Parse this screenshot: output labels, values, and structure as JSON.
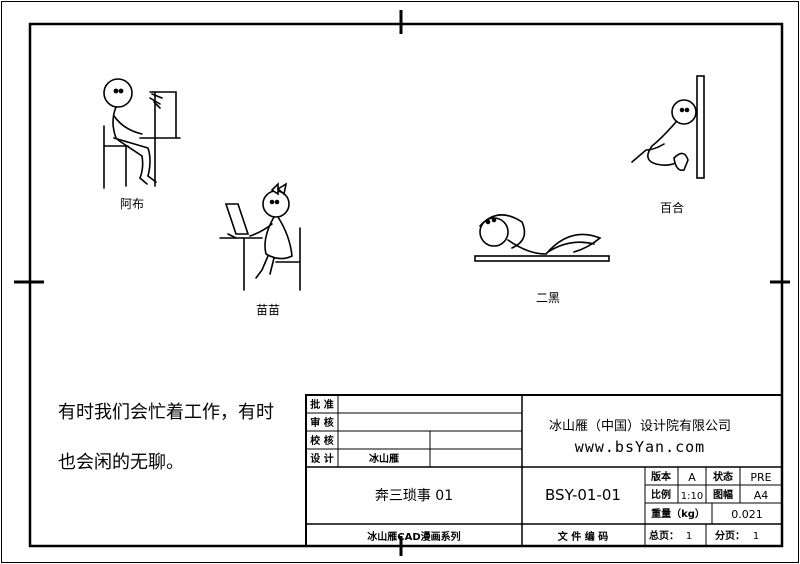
{
  "characters": {
    "abu": "阿布",
    "miaomiao": "苗苗",
    "erhei": "二黑",
    "baihe": "百合"
  },
  "caption": {
    "line1": "有时我们会忙着工作，有时",
    "line2": "也会闲的无聊。"
  },
  "title_block": {
    "approve_label": "批 准",
    "review_label": "审 核",
    "check_label": "校 核",
    "design_label": "设 计",
    "designer": "冰山雁",
    "company": "冰山雁（中国）设计院有限公司",
    "website": "www.bsYan.com",
    "drawing_title": "奔三琐事 01",
    "doc_number": "BSY-01-01",
    "series": "冰山雁CAD漫画系列",
    "doc_code_label": "文 件 编 码",
    "version_label": "版本",
    "version": "A",
    "status_label": "状态",
    "status": "PRE",
    "scale_label": "比例",
    "scale": "1:10",
    "format_label": "图幅",
    "format": "A4",
    "weight_label": "重量（kg）",
    "weight": "0.021",
    "total_pages_label": "总页：",
    "total_pages": "1",
    "page_label": "分页：",
    "page": "1"
  }
}
